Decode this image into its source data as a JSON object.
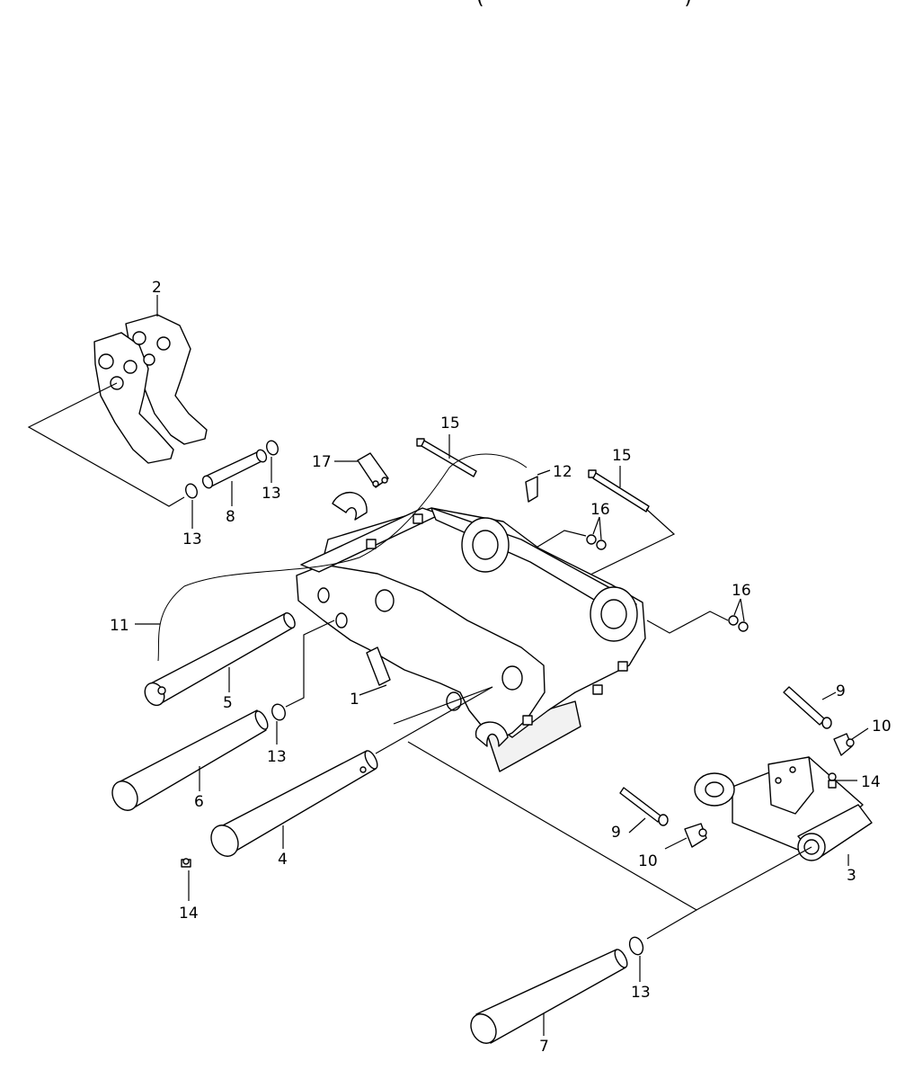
{
  "diagram": {
    "title_fragment": "( )",
    "callouts": [
      {
        "id": "c2",
        "label": "2"
      },
      {
        "id": "c15a",
        "label": "15"
      },
      {
        "id": "c15b",
        "label": "15"
      },
      {
        "id": "c17",
        "label": "17"
      },
      {
        "id": "c12",
        "label": "12"
      },
      {
        "id": "c16a",
        "label": "16"
      },
      {
        "id": "c16b",
        "label": "16"
      },
      {
        "id": "c13a",
        "label": "13"
      },
      {
        "id": "c8",
        "label": "8"
      },
      {
        "id": "c13b",
        "label": "13"
      },
      {
        "id": "c11",
        "label": "11"
      },
      {
        "id": "c5",
        "label": "5"
      },
      {
        "id": "c1",
        "label": "1"
      },
      {
        "id": "c13c",
        "label": "13"
      },
      {
        "id": "c6",
        "label": "6"
      },
      {
        "id": "c4",
        "label": "4"
      },
      {
        "id": "c14a",
        "label": "14"
      },
      {
        "id": "c9a",
        "label": "9"
      },
      {
        "id": "c10a",
        "label": "10"
      },
      {
        "id": "c14b",
        "label": "14"
      },
      {
        "id": "c9b",
        "label": "9"
      },
      {
        "id": "c10b",
        "label": "10"
      },
      {
        "id": "c3",
        "label": "3"
      },
      {
        "id": "c13d",
        "label": "13"
      },
      {
        "id": "c7",
        "label": "7"
      }
    ]
  }
}
